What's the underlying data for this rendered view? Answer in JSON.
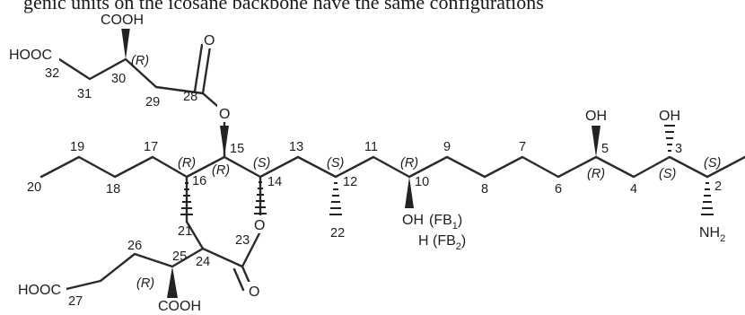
{
  "caption": "genic units on the icosane backbone have the same configurations",
  "atoms": {
    "cooh_top": "COOH",
    "hooc_32": "HOOC",
    "o_carbonyl_28": "O",
    "o_ester_15": "O",
    "o_ring": "O",
    "o_carbonyl_23": "O",
    "hooc_27": "HOOC",
    "cooh_bottom": "COOH",
    "oh_5": "OH",
    "oh_3": "OH",
    "nh2": "NH",
    "nh2_sub": "2",
    "oh_10": "OH",
    "fb1": "(FB",
    "fb1_sub": "1",
    "fb1_close": ")",
    "h_fb2": "H (FB",
    "fb2_sub": "2",
    "fb2_close": ")"
  },
  "numbers": {
    "c32": "32",
    "c31": "31",
    "c30": "30",
    "c29": "29",
    "c28": "28",
    "c19": "19",
    "c20": "20",
    "c18": "18",
    "c17": "17",
    "c16": "16",
    "c15": "15",
    "c14": "14",
    "c13": "13",
    "c12": "12",
    "c11": "11",
    "c10": "10",
    "c9": "9",
    "c8": "8",
    "c7": "7",
    "c6": "6",
    "c5": "5",
    "c4": "4",
    "c3": "3",
    "c2": "2",
    "c21": "21",
    "c22": "22",
    "c23": "23",
    "c24": "24",
    "c25": "25",
    "c26": "26",
    "c27": "27"
  },
  "stereo": {
    "c30": "(R)",
    "c16": "(R)",
    "c15": "(R)",
    "c14": "(S)",
    "c12": "(S)",
    "c10": "(R)",
    "c5": "(R)",
    "c3": "(S)",
    "c2": "(S)",
    "c25": "(R)"
  }
}
